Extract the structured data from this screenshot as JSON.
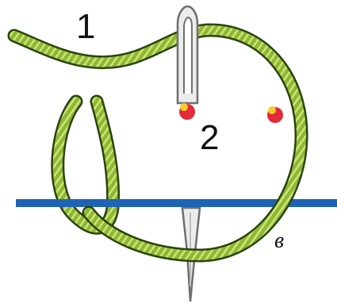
{
  "labels": {
    "one": "1",
    "two": "2",
    "letter": "в"
  },
  "colors": {
    "thread": "#8db832",
    "thread_dark": "#2a4410",
    "twist": "#cfe37a",
    "fabric_line": "#1e63b5",
    "needle": "#e9e9e9",
    "needle_outline": "#6f6f6f",
    "point_red": "#e22a3a",
    "point_yellow": "#f4cf2a"
  }
}
